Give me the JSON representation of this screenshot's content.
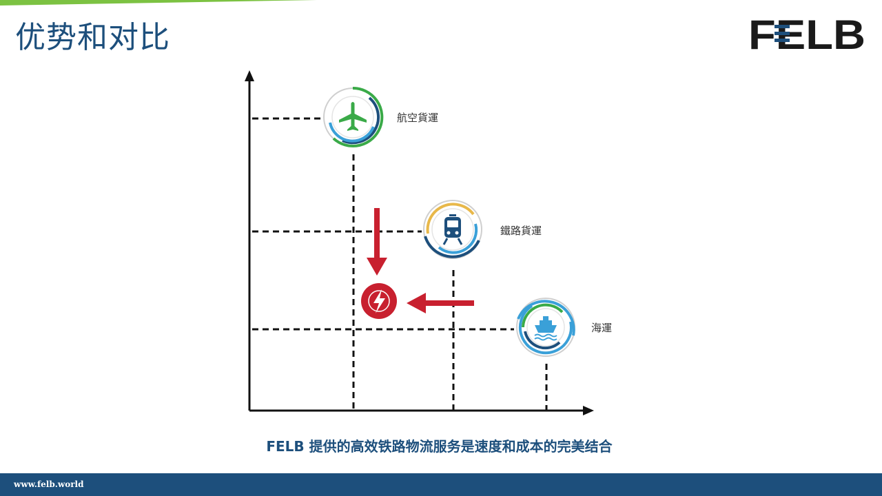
{
  "slide": {
    "title": "优势和对比",
    "caption": "FELB 提供的高效铁路物流服务是速度和成本的完美结合",
    "footer_url": "www.felb.world"
  },
  "logo": {
    "text": "FELB",
    "color": "#1a1a1a",
    "stripe_color": "#1d4f7c"
  },
  "modes": [
    {
      "id": "air",
      "label": "航空貨運",
      "icon": "airplane-icon",
      "ring_colors": [
        "#3aaa48",
        "#1d4f7c",
        "#3aa0d8"
      ]
    },
    {
      "id": "rail",
      "label": "鐵路貨運",
      "icon": "train-icon",
      "ring_colors": [
        "#1d4f7c",
        "#e8b84a",
        "#3aa0d8"
      ]
    },
    {
      "id": "sea",
      "label": "海運",
      "icon": "ship-icon",
      "ring_colors": [
        "#3aa0d8",
        "#3aaa48",
        "#1d4f7c"
      ]
    }
  ],
  "felb_marker": {
    "icon": "lightning-icon",
    "color": "#c8202f"
  },
  "colors": {
    "primary": "#1d4f7c",
    "accent_red": "#c8202f",
    "accent_green": "#7cc242"
  }
}
